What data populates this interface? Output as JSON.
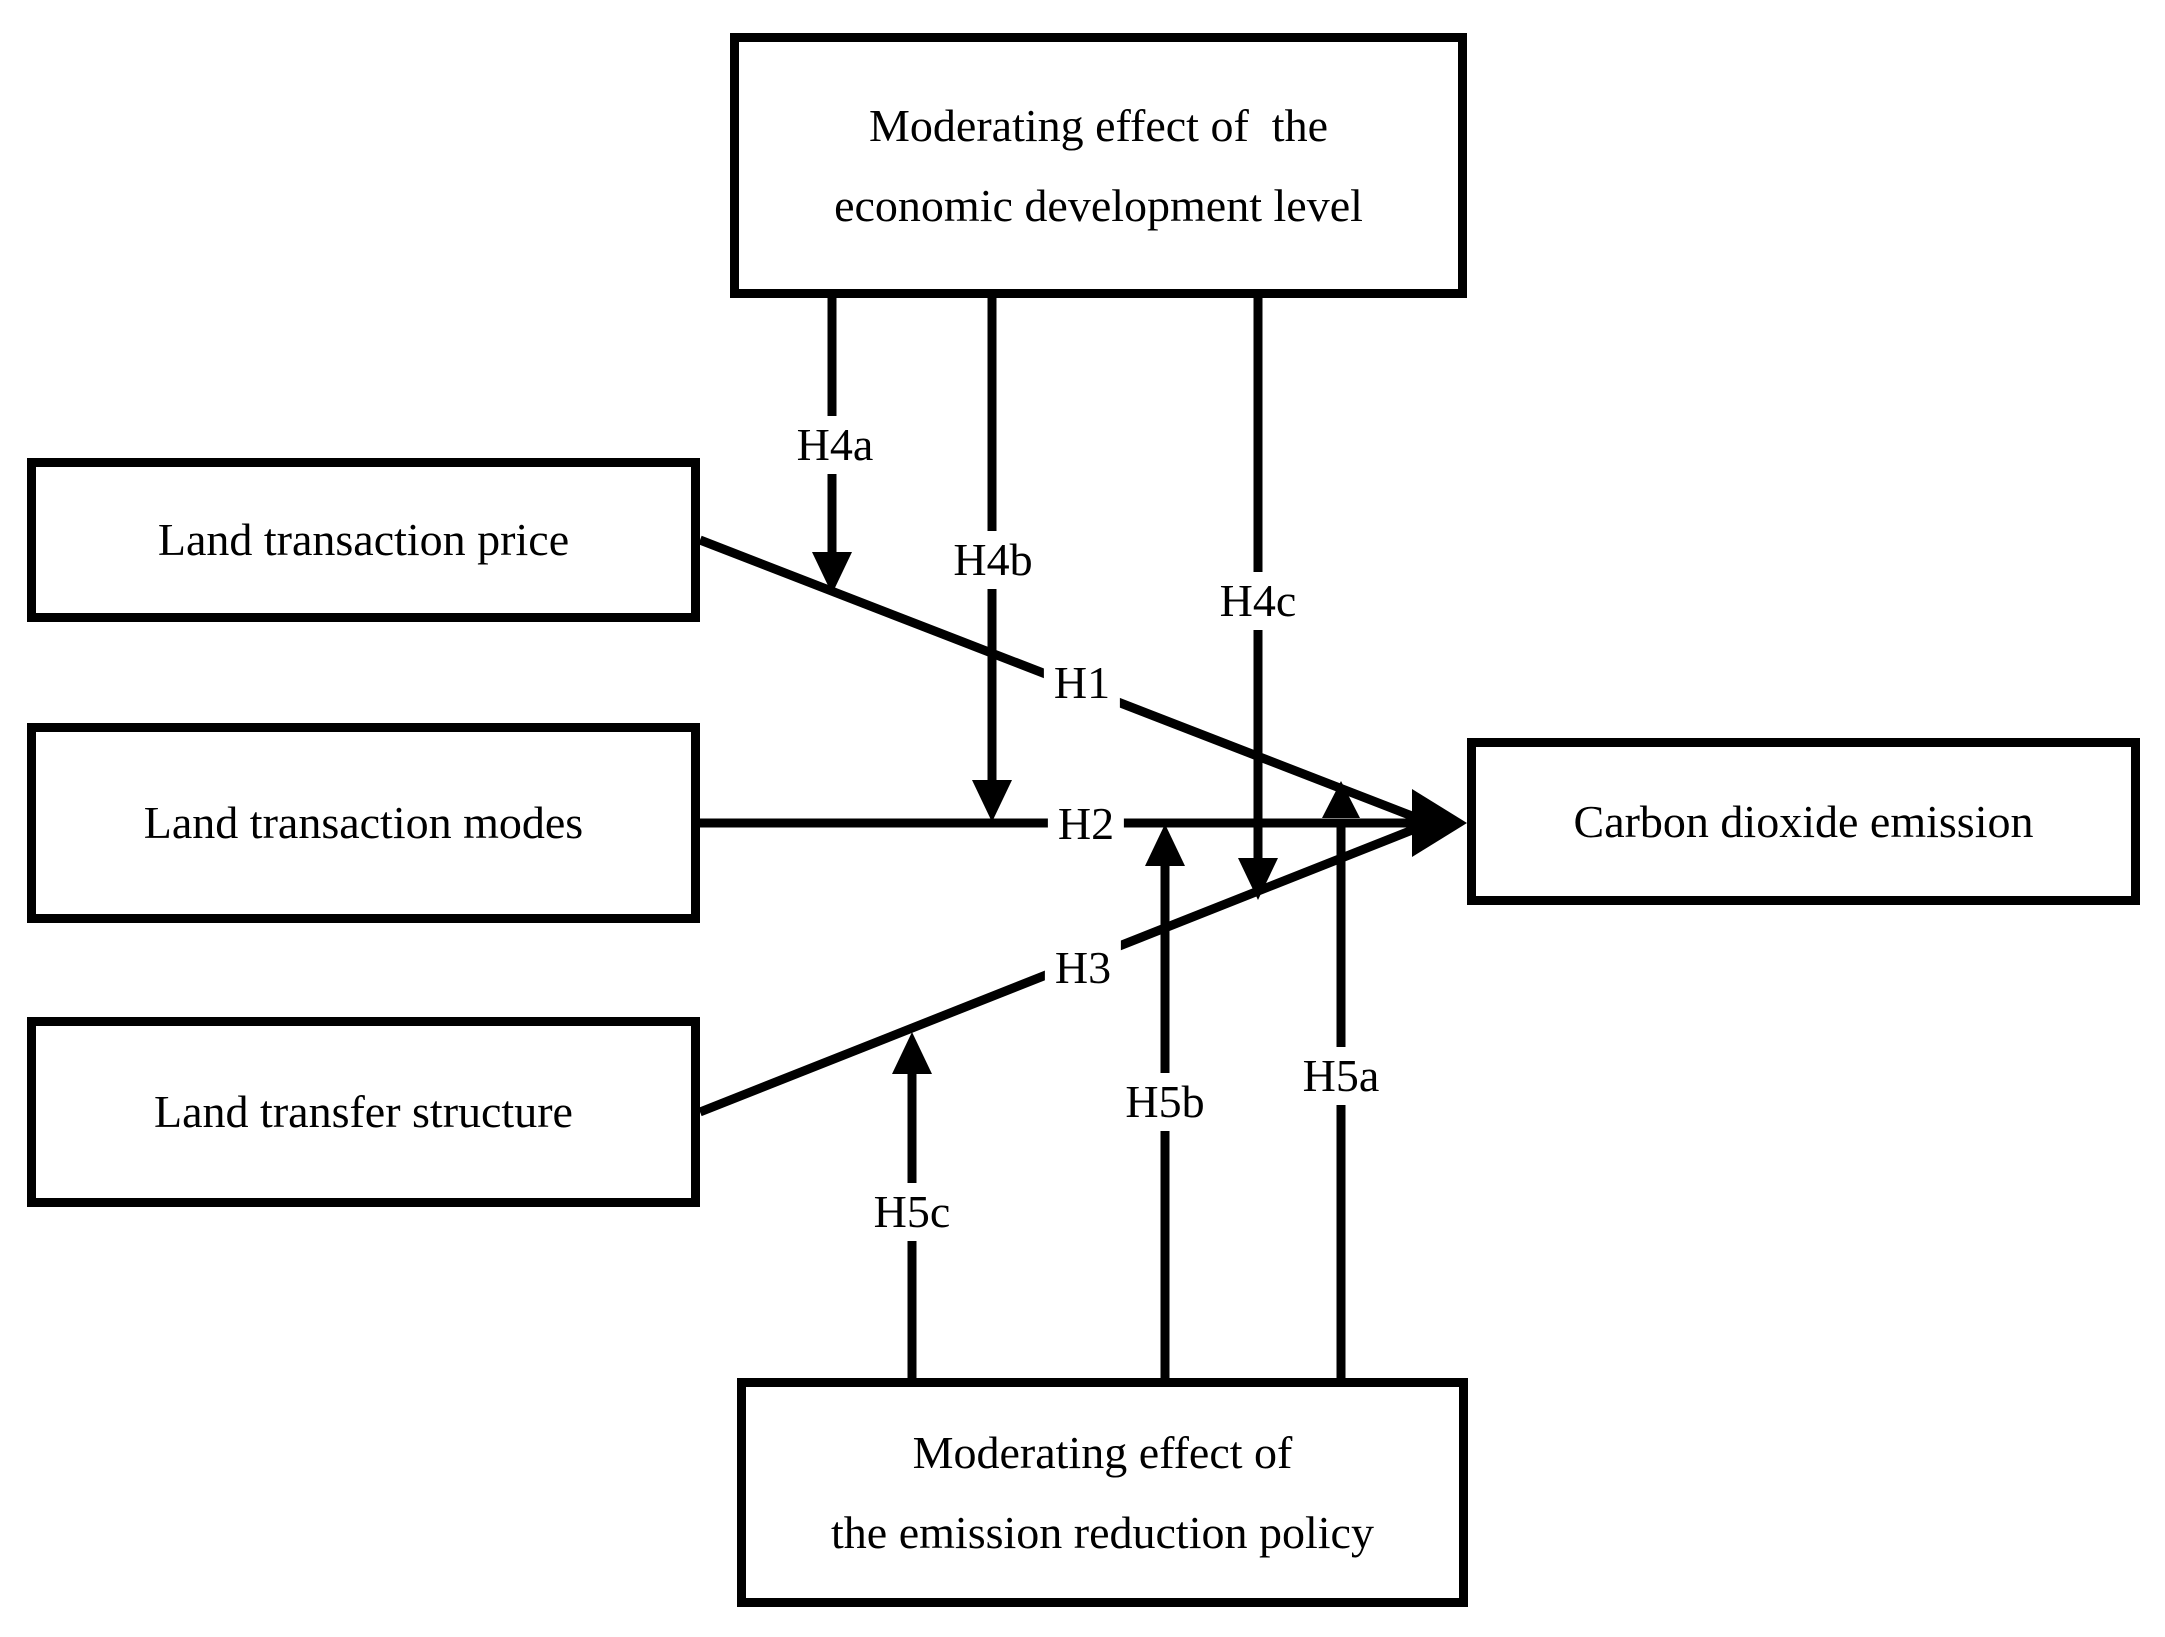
{
  "diagram": {
    "boxes": {
      "economic_moderator": {
        "text": "Moderating effect of  the\neconomic development level"
      },
      "land_transaction_price": {
        "text": "Land transaction price"
      },
      "land_transaction_modes": {
        "text": "Land transaction modes"
      },
      "land_transfer_structure": {
        "text": "Land transfer structure"
      },
      "carbon_dioxide_emission": {
        "text": "Carbon dioxide emission"
      },
      "emission_policy_moderator": {
        "text": "Moderating effect of\nthe emission reduction policy"
      }
    },
    "labels": {
      "h1": "H1",
      "h2": "H2",
      "h3": "H3",
      "h4a": "H4a",
      "h4b": "H4b",
      "h4c": "H4c",
      "h5a": "H5a",
      "h5b": "H5b",
      "h5c": "H5c"
    },
    "colors": {
      "line": "#000000",
      "background": "#ffffff"
    }
  }
}
